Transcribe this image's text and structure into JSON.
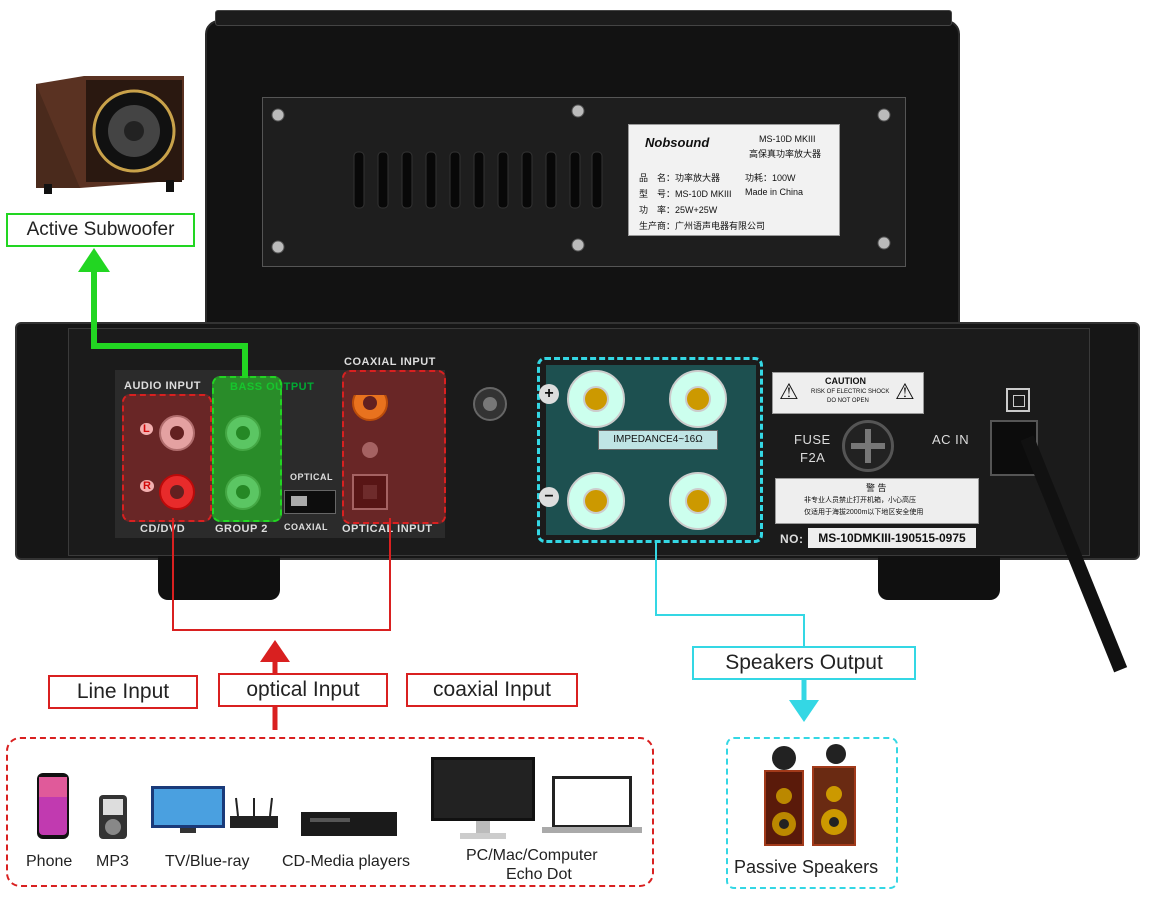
{
  "labels": {
    "active_subwoofer": "Active Subwoofer",
    "line_input": "Line Input",
    "optical_input": "optical  Input",
    "coaxial_input": "coaxial  Input",
    "speakers_output": "Speakers Output",
    "passive_speakers": "Passive Speakers"
  },
  "devices": {
    "phone": "Phone",
    "mp3": "MP3",
    "tv": "TV/Blue-ray",
    "cd": "CD-Media players",
    "pc_line1": "PC/Mac/Computer",
    "pc_line2": "Echo Dot"
  },
  "panel": {
    "audio_input": "AUDIO INPUT",
    "bass_output": "BASS OUTPUT",
    "coaxial_input": "COAXIAL INPUT",
    "optical_input": "OPTICAL INPUT",
    "cd_dvd": "CD/DVD",
    "group2": "GROUP 2",
    "optical_switch": "OPTICAL",
    "coaxial_switch": "COAXIAL",
    "left": "L",
    "right": "R",
    "impedance": "IMPEDANCE4~16Ω",
    "plus": "+",
    "minus": "−",
    "caution": "CAUTION",
    "caution_sub1": "RISK OF ELECTRIC SHOCK",
    "caution_sub2": "DO NOT OPEN",
    "fuse1": "FUSE",
    "fuse2": "F2A",
    "ac_in": "AC IN",
    "no_label": "NO:",
    "serial": "MS-10DMKIII-190515-0975",
    "warn_title": "警 告",
    "warn_l1": "非专业人员禁止打开机箱，小心高压",
    "warn_l2": "仅适用于海拔2000m以下地区安全使用"
  },
  "plate": {
    "brand": "Nobsound",
    "model": "MS-10D MKIII",
    "desc": "高保真功率放大器",
    "r1a": "品　名：功率放大器",
    "r1b": "功耗：100W",
    "r2a": "型　号：MS-10D MKIII",
    "r2b": "Made in China",
    "r3a": "功　率：25W+25W",
    "r4a": "生产商：广州语声电器有限公司"
  },
  "colors": {
    "red": "#d92020",
    "green": "#22d622",
    "cyan": "#34d7e4"
  }
}
